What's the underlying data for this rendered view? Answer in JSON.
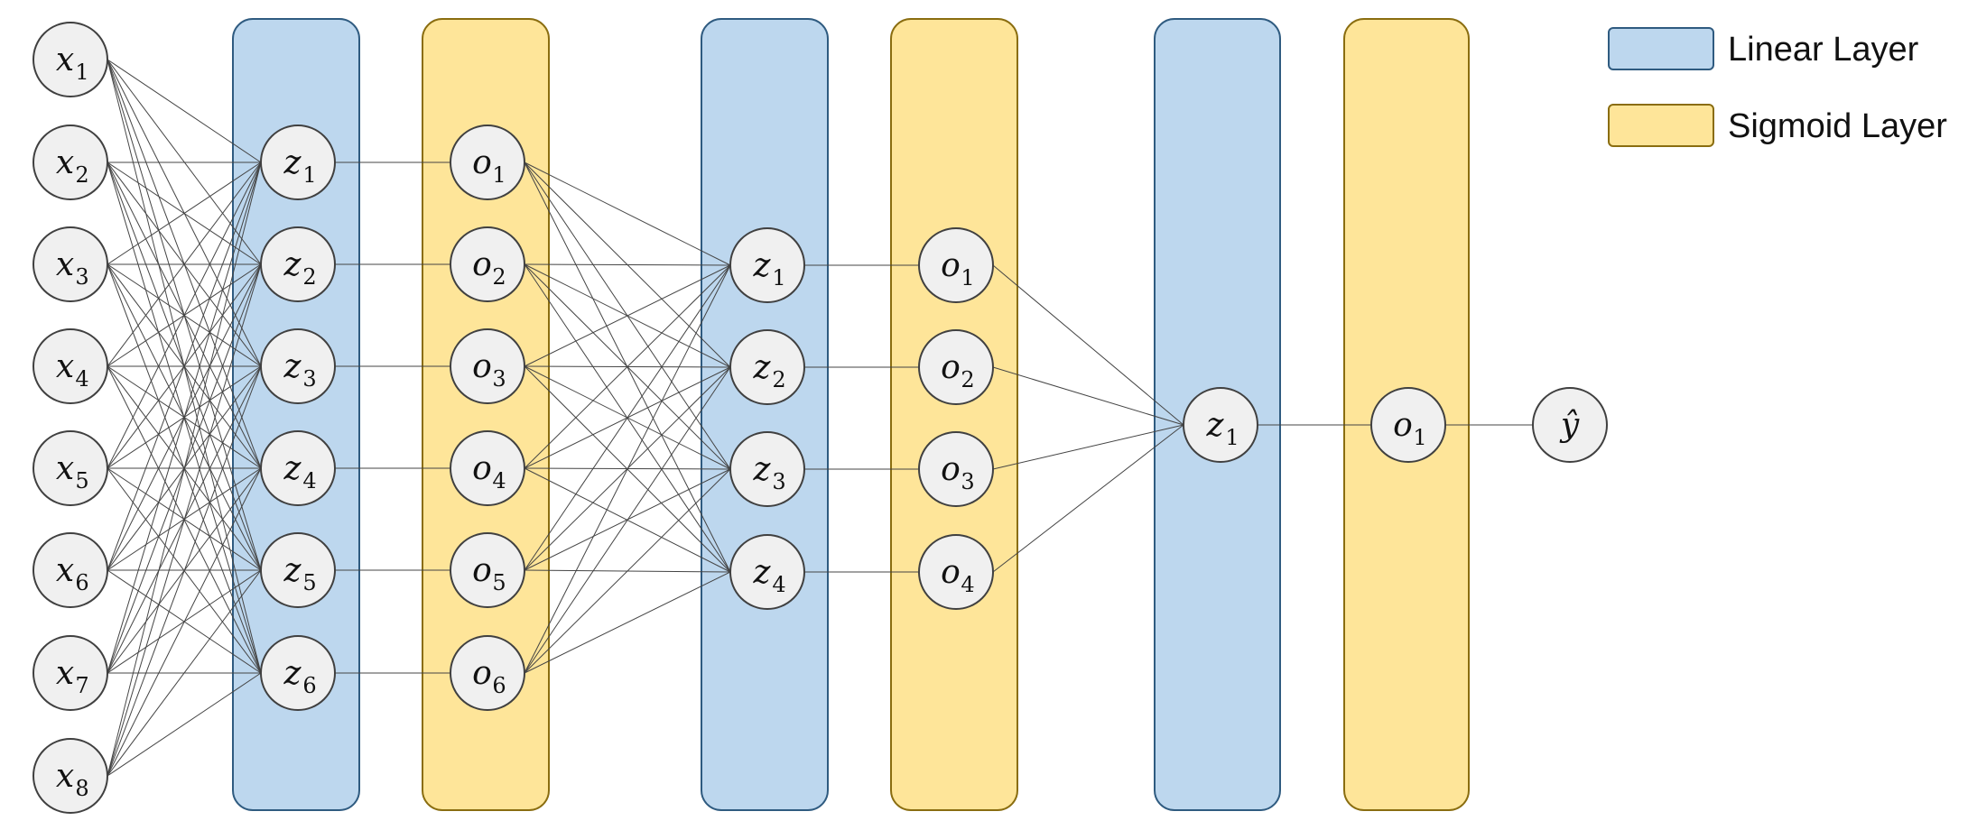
{
  "colors": {
    "linear_fill": "#bdd7ee",
    "linear_stroke": "#2f5b80",
    "sigmoid_fill": "#fee599",
    "sigmoid_stroke": "#8a6d10",
    "node_fill": "#f0f0f0"
  },
  "legend": [
    {
      "label": "Linear Layer",
      "kind": "linear"
    },
    {
      "label": "Sigmoid Layer",
      "kind": "sigmoid"
    }
  ],
  "columns": [
    {
      "id": "input",
      "band": null,
      "nodes": [
        {
          "sym": "x",
          "sub": "1"
        },
        {
          "sym": "x",
          "sub": "2"
        },
        {
          "sym": "x",
          "sub": "3"
        },
        {
          "sym": "x",
          "sub": "4"
        },
        {
          "sym": "x",
          "sub": "5"
        },
        {
          "sym": "x",
          "sub": "6"
        },
        {
          "sym": "x",
          "sub": "7"
        },
        {
          "sym": "x",
          "sub": "8"
        }
      ]
    },
    {
      "id": "linear1",
      "band": "linear",
      "nodes": [
        {
          "sym": "z",
          "sub": "1"
        },
        {
          "sym": "z",
          "sub": "2"
        },
        {
          "sym": "z",
          "sub": "3"
        },
        {
          "sym": "z",
          "sub": "4"
        },
        {
          "sym": "z",
          "sub": "5"
        },
        {
          "sym": "z",
          "sub": "6"
        }
      ]
    },
    {
      "id": "sigmoid1",
      "band": "sigmoid",
      "nodes": [
        {
          "sym": "o",
          "sub": "1"
        },
        {
          "sym": "o",
          "sub": "2"
        },
        {
          "sym": "o",
          "sub": "3"
        },
        {
          "sym": "o",
          "sub": "4"
        },
        {
          "sym": "o",
          "sub": "5"
        },
        {
          "sym": "o",
          "sub": "6"
        }
      ]
    },
    {
      "id": "linear2",
      "band": "linear",
      "nodes": [
        {
          "sym": "z",
          "sub": "1"
        },
        {
          "sym": "z",
          "sub": "2"
        },
        {
          "sym": "z",
          "sub": "3"
        },
        {
          "sym": "z",
          "sub": "4"
        }
      ]
    },
    {
      "id": "sigmoid2",
      "band": "sigmoid",
      "nodes": [
        {
          "sym": "o",
          "sub": "1"
        },
        {
          "sym": "o",
          "sub": "2"
        },
        {
          "sym": "o",
          "sub": "3"
        },
        {
          "sym": "o",
          "sub": "4"
        }
      ]
    },
    {
      "id": "linear3",
      "band": "linear",
      "nodes": [
        {
          "sym": "z",
          "sub": "1"
        }
      ]
    },
    {
      "id": "sigmoid3",
      "band": "sigmoid",
      "nodes": [
        {
          "sym": "o",
          "sub": "1"
        }
      ]
    },
    {
      "id": "output",
      "band": null,
      "nodes": [
        {
          "sym": "ŷ",
          "sub": ""
        }
      ]
    }
  ],
  "connections": [
    {
      "from": "input",
      "to": "linear1",
      "type": "full"
    },
    {
      "from": "linear1",
      "to": "sigmoid1",
      "type": "one-to-one"
    },
    {
      "from": "sigmoid1",
      "to": "linear2",
      "type": "full"
    },
    {
      "from": "linear2",
      "to": "sigmoid2",
      "type": "one-to-one"
    },
    {
      "from": "sigmoid2",
      "to": "linear3",
      "type": "full"
    },
    {
      "from": "linear3",
      "to": "sigmoid3",
      "type": "one-to-one"
    },
    {
      "from": "sigmoid3",
      "to": "output",
      "type": "one-to-one"
    }
  ]
}
